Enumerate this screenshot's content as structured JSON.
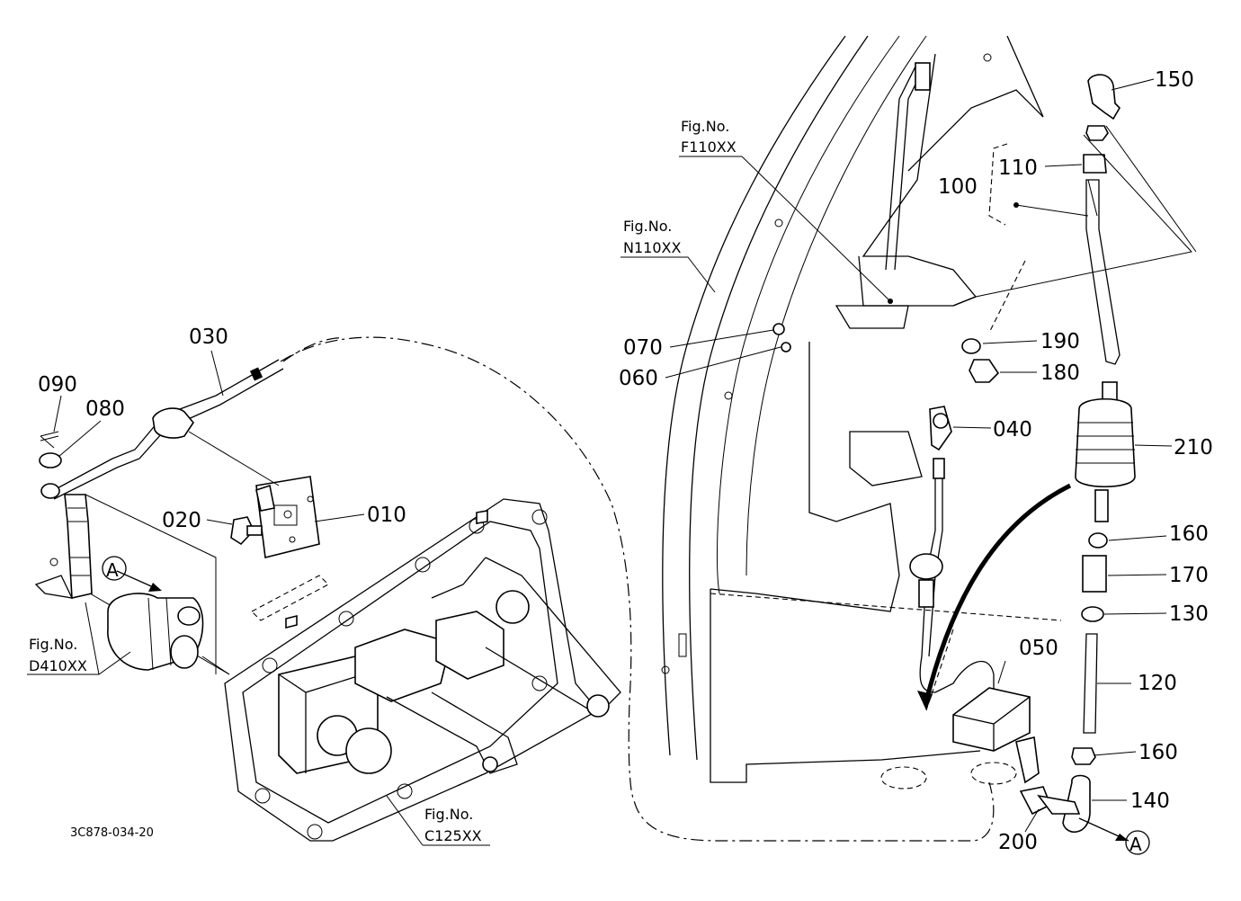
{
  "diagram_code": "3C878-034-20",
  "fig_refs": [
    {
      "caption": "Fig.No.",
      "code": "F110XX"
    },
    {
      "caption": "Fig.No.",
      "code": "N110XX"
    },
    {
      "caption": "Fig.No.",
      "code": "D410XX"
    },
    {
      "caption": "Fig.No.",
      "code": "C125XX"
    }
  ],
  "callout": "A",
  "parts": [
    "150",
    "110",
    "100",
    "070",
    "060",
    "190",
    "180",
    "040",
    "210",
    "030",
    "090",
    "080",
    "010",
    "020",
    "160",
    "170",
    "130",
    "050",
    "120",
    "160",
    "140",
    "200"
  ]
}
